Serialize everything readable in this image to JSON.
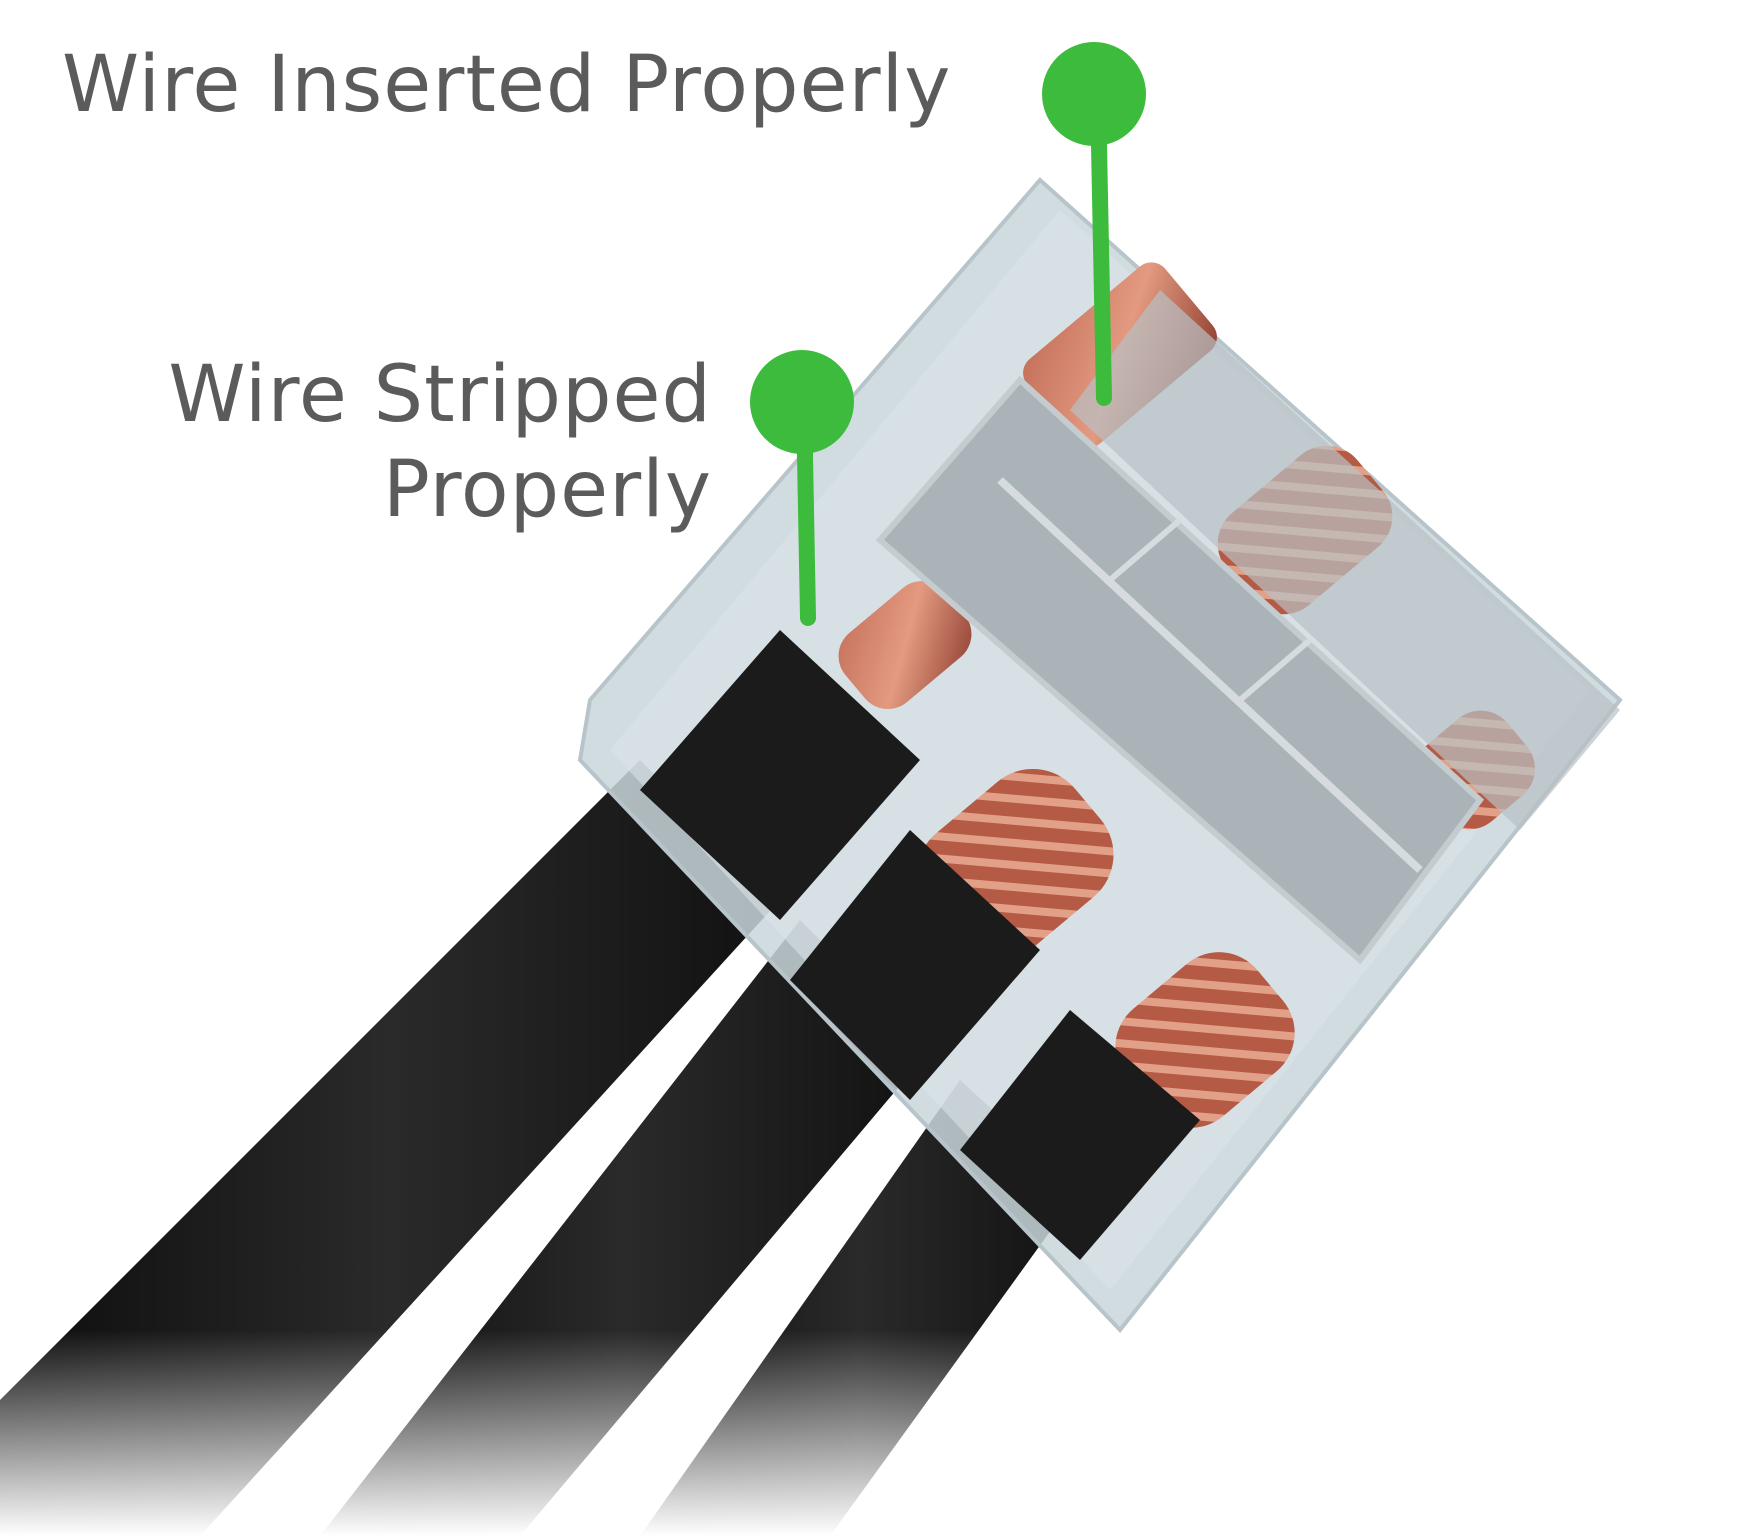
{
  "callouts": {
    "inserted": {
      "label": "Wire Inserted Properly"
    },
    "stripped": {
      "line1": "Wire Stripped",
      "line2": "Properly"
    }
  },
  "colors": {
    "callout_green": "#3dbb3d",
    "label_gray": "#5b5b5b",
    "housing_clear": "#c9d6dc",
    "lever_gray": "#a9b3b8",
    "copper": "#b85a45",
    "insulation_black": "#1b1b1b"
  }
}
